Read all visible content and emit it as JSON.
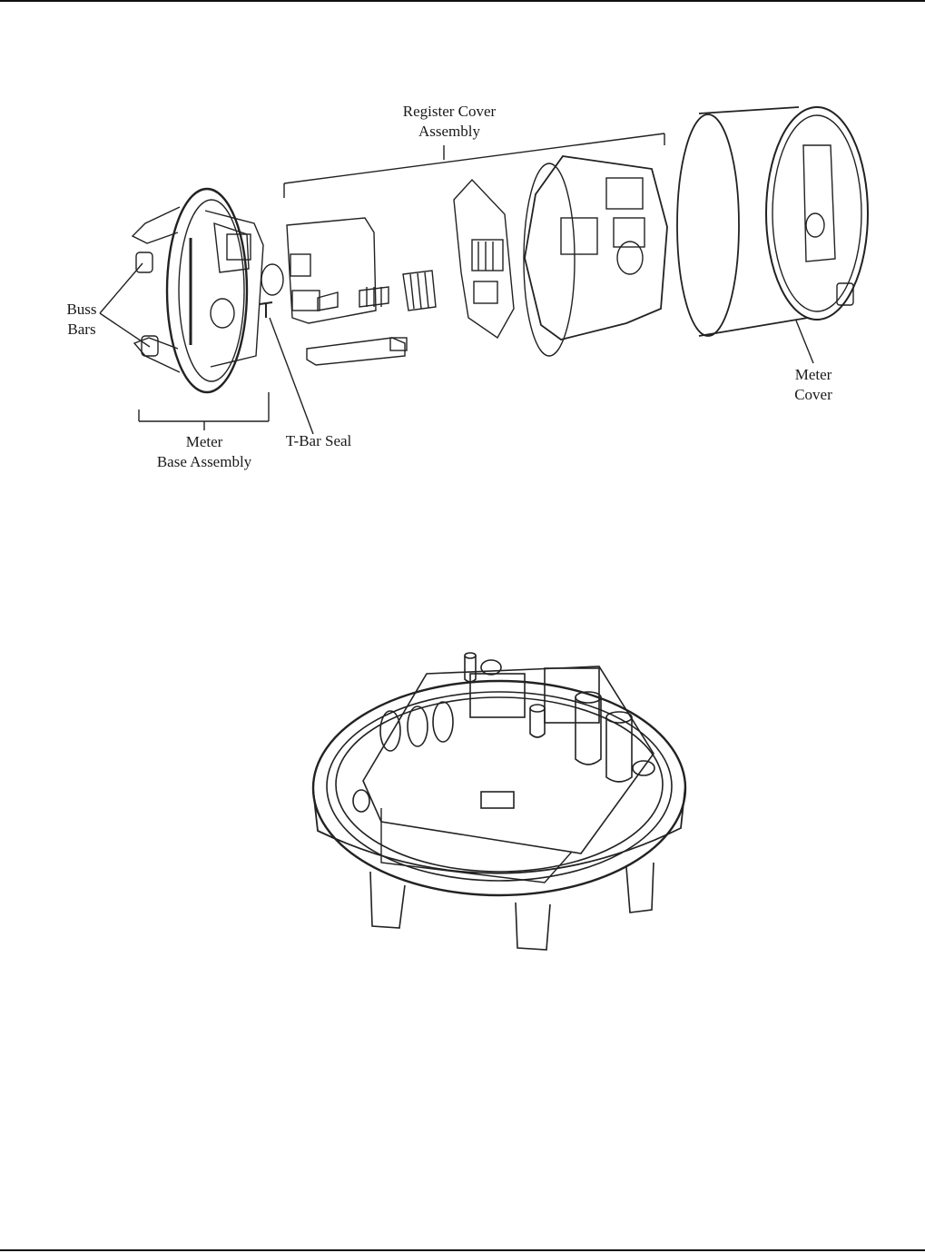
{
  "figure1": {
    "labels": {
      "register_cover_assembly": [
        "Register Cover",
        "Assembly"
      ],
      "buss_bars": [
        "Buss",
        "Bars"
      ],
      "meter_base_assembly": [
        "Meter",
        "Base Assembly"
      ],
      "t_bar_seal": [
        "T-Bar Seal"
      ],
      "meter_cover": [
        "Meter",
        "Cover"
      ]
    }
  }
}
